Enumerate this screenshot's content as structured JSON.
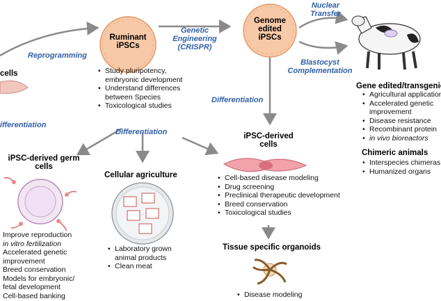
{
  "colors": {
    "arrow": "#8a8a8a",
    "accent_text": "#2f5fa8",
    "cell_fill": "#f7c9a6",
    "cell_edge": "#e39a6a"
  },
  "left": {
    "cells_label": "cells",
    "differentiation_label": "ifferentiation"
  },
  "reprogramming_label": "Reprogramming",
  "ruminant": {
    "title_line1": "Ruminant",
    "title_line2": "iPSCs",
    "bullets": [
      "Study pluripotency,",
      "embryonic development",
      "Understand differences",
      "between Species",
      "Toxicological studies"
    ]
  },
  "genetic_engineering": {
    "line1": "Genetic Engineering",
    "line2": "(CRISPR)"
  },
  "genome": {
    "line1": "Genome",
    "line2": "edited",
    "line3": "iPSCs"
  },
  "nuclear_transfer": {
    "line1": "Nuclear",
    "line2": "Transfer"
  },
  "blastocyst": {
    "line1": "Blastocyst",
    "line2": "Complementation"
  },
  "gene_edited": {
    "title": "Gene edited/transgenic",
    "bullets": [
      "Agricultural applications",
      "Accelerated genetic",
      "improvement",
      "Disease resistance",
      "Recombinant protein",
      "in vivo bioreactors"
    ]
  },
  "chimeric": {
    "title": "Chimeric animals",
    "bullets": [
      "Interspecies chimeras",
      "Humanized organs"
    ]
  },
  "diff_center_label": "Differentiation",
  "diff_mid_label": "Differentiation",
  "germ": {
    "title_line1": "iPSC-derived germ",
    "title_line2": "cells",
    "lines": [
      "Improve reproduction",
      "in vitro fertilization",
      "Accelerated genetic",
      "improvement",
      "Breed conservation",
      "Models for embryonic/",
      "fetal development",
      "Cell-based banking"
    ]
  },
  "cellular_ag": {
    "title": "Cellular agriculture",
    "bullets": [
      "Laboratory grown",
      "animal products",
      "Clean meat"
    ]
  },
  "derived": {
    "title_line1": "iPSC-derived",
    "title_line2": "cells",
    "bullets": [
      "Cell-based disease modeling",
      "Drug screening",
      "Preclinical therapeutic development",
      "Breed conservation",
      "Toxicological studies"
    ]
  },
  "organoids": {
    "title": "Tissue specific organoids",
    "bullets": [
      "Disease modeling"
    ]
  },
  "icons": {
    "ruminant_cells": "cell-cluster-icon",
    "genome_cells": "cell-cluster-icon",
    "calf": "calf-icon",
    "germ": "egg-sperm-icon",
    "dish": "petri-dish-icon",
    "derived": "cell-icon",
    "organoid": "organoid-icon"
  }
}
